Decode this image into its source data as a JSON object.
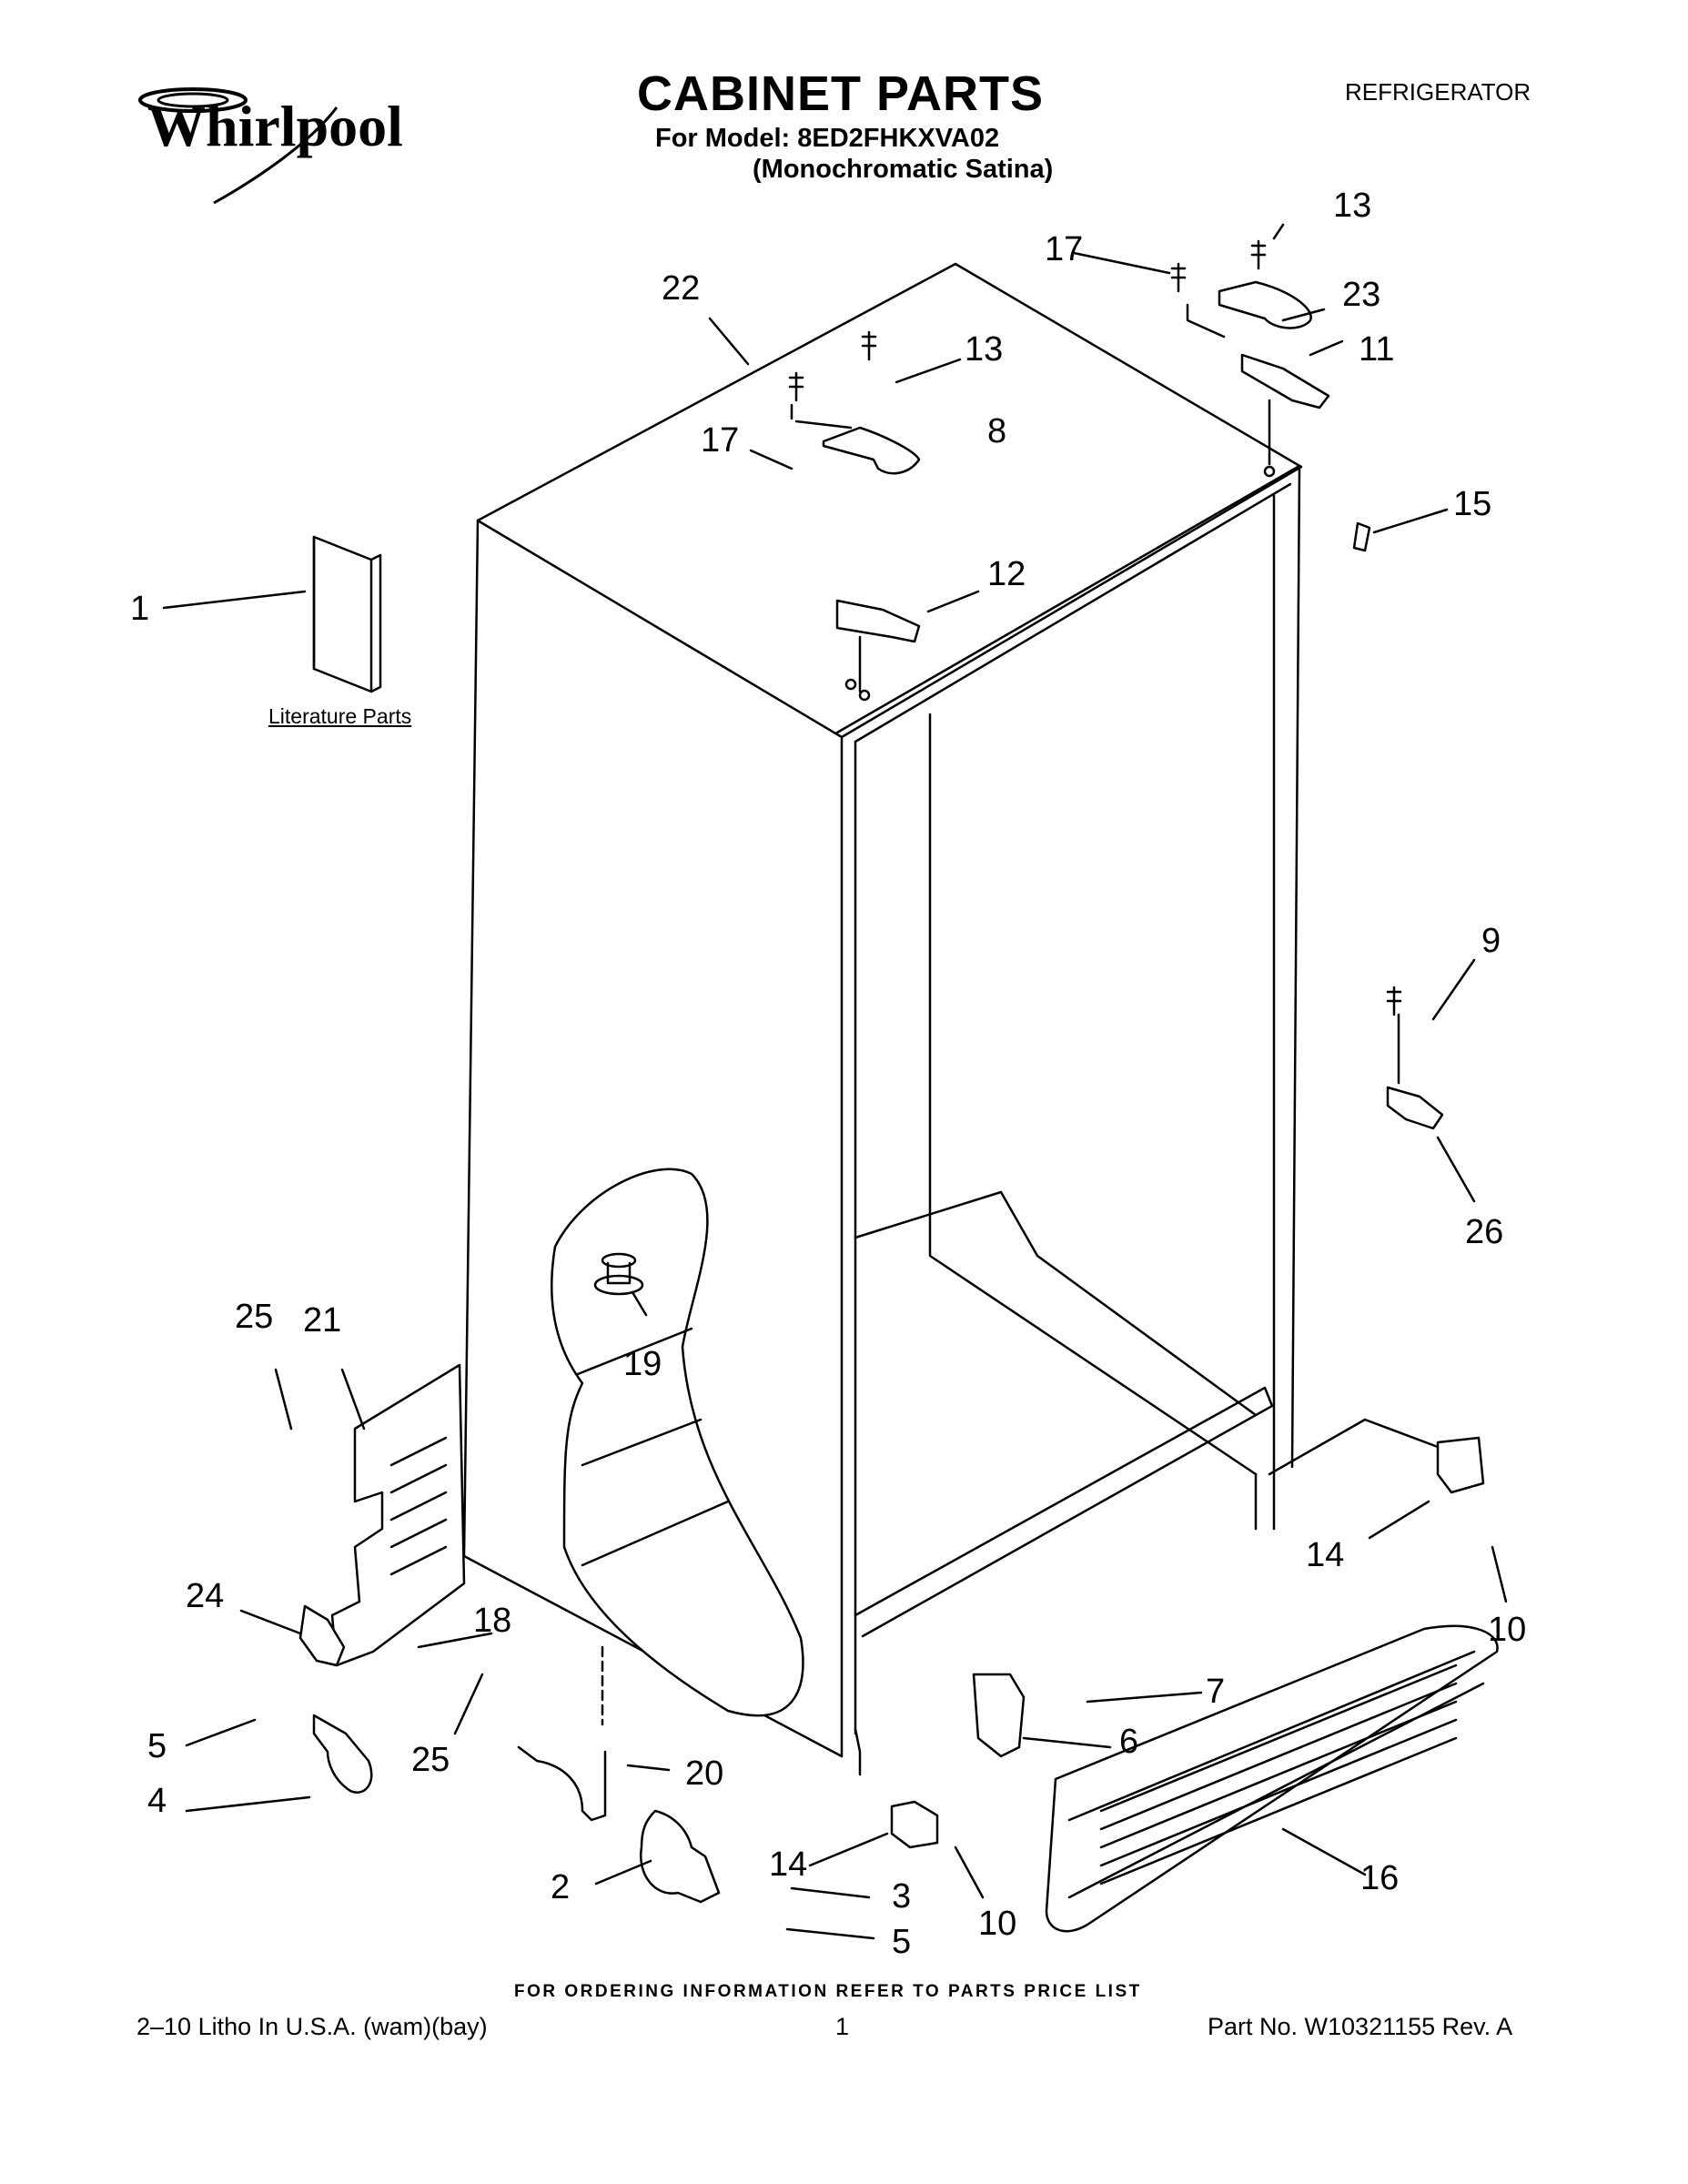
{
  "header": {
    "brand_logo": "Whirlpool",
    "title": "CABINET PARTS",
    "model_line": "For Model: 8ED2FHKXVA02",
    "variant_line": "(Monochromatic Satina)",
    "category": "REFRIGERATOR"
  },
  "literature_label": "Literature Parts",
  "callouts": {
    "c1": "1",
    "c2": "2",
    "c3": "3",
    "c4": "4",
    "c5a": "5",
    "c5b": "5",
    "c6": "6",
    "c7": "7",
    "c8": "8",
    "c9": "9",
    "c10a": "10",
    "c10b": "10",
    "c11": "11",
    "c12": "12",
    "c13a": "13",
    "c13b": "13",
    "c14a": "14",
    "c14b": "14",
    "c15": "15",
    "c16": "16",
    "c17a": "17",
    "c17b": "17",
    "c18": "18",
    "c19": "19",
    "c20": "20",
    "c21": "21",
    "c22": "22",
    "c23": "23",
    "c24": "24",
    "c25a": "25",
    "c25b": "25",
    "c26": "26"
  },
  "footer": {
    "ordering_note": "FOR ORDERING INFORMATION REFER TO PARTS PRICE LIST",
    "litho": "2–10 Litho In U.S.A. (wam)(bay)",
    "page_number": "1",
    "part_number": "Part No. W10321155 Rev. A"
  }
}
